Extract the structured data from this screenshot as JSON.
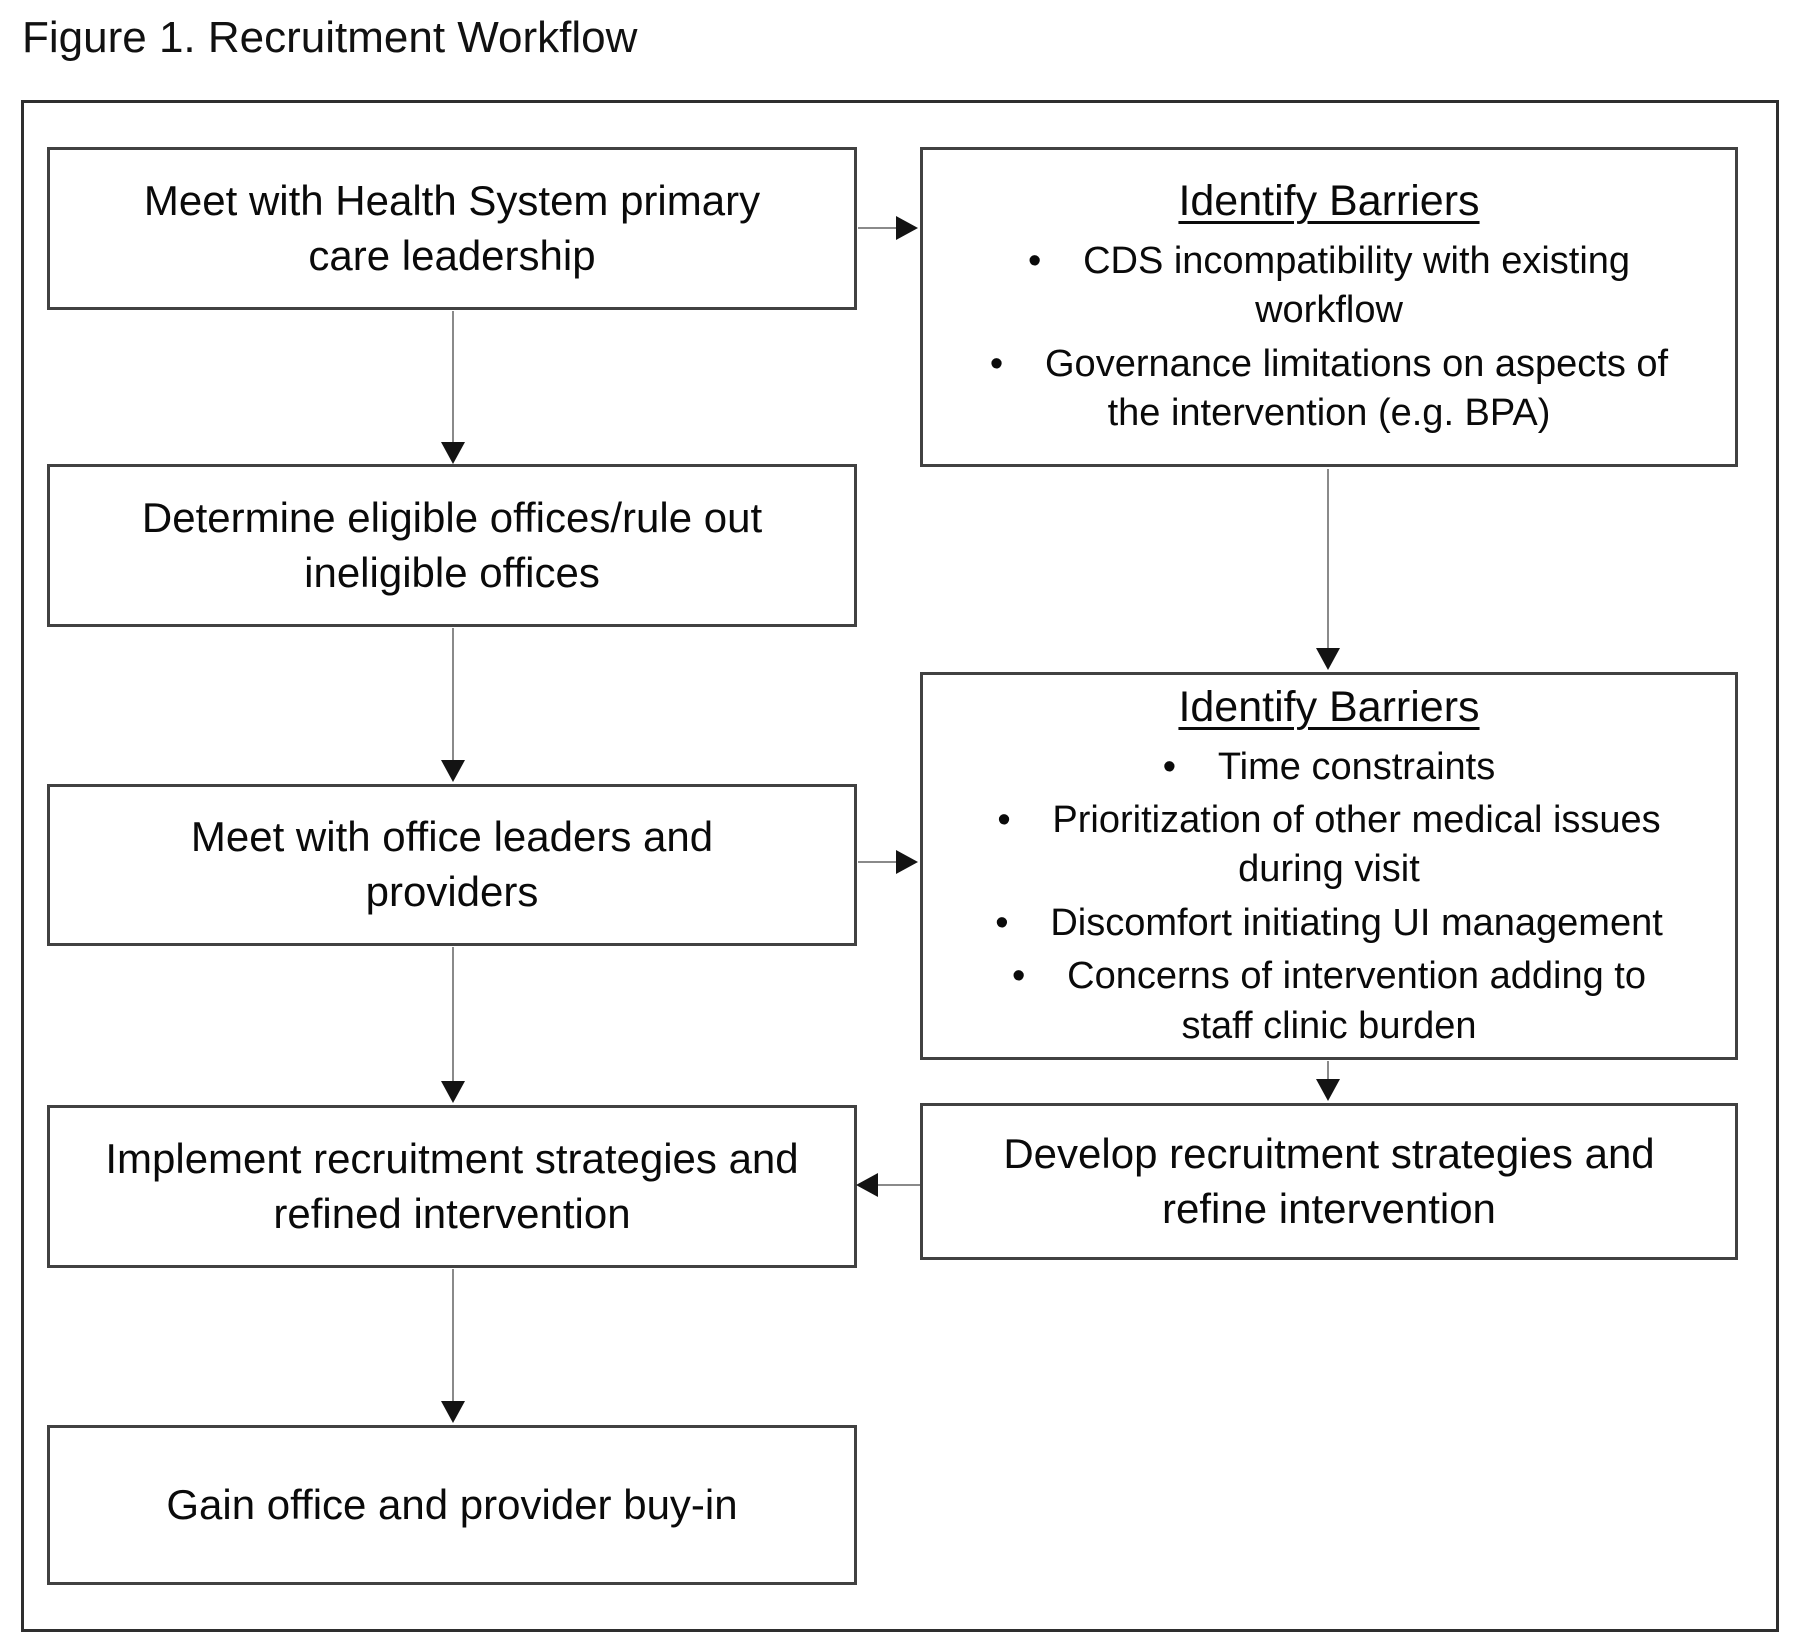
{
  "figure_title": "Figure 1. Recruitment Workflow",
  "colors": {
    "background": "#ffffff",
    "box_border": "#414141",
    "frame_border": "#2e2e2e",
    "connector_line": "#8a8a8a",
    "arrowhead": "#131313",
    "text": "#0a0a0a"
  },
  "workflow": {
    "steps": {
      "step1": "Meet with Health System primary\ncare leadership",
      "step2": "Determine eligible offices/rule out\nineligible offices",
      "step3": "Meet with office leaders and\nproviders",
      "step4": "Implement recruitment strategies and\nrefined intervention",
      "step5": "Gain office and provider buy-in"
    },
    "barrier_box_top": {
      "title": "Identify Barriers",
      "bullets": [
        "CDS incompatibility with existing\nworkflow",
        "Governance limitations on aspects of\nthe intervention (e.g. BPA)"
      ]
    },
    "barrier_box_middle": {
      "title": "Identify Barriers",
      "bullets": [
        "Time constraints",
        "Prioritization of other medical issues\nduring visit",
        "Discomfort initiating UI management",
        "Concerns of intervention adding to\nstaff clinic burden"
      ]
    },
    "develop_box": "Develop recruitment strategies and\nrefine intervention"
  }
}
